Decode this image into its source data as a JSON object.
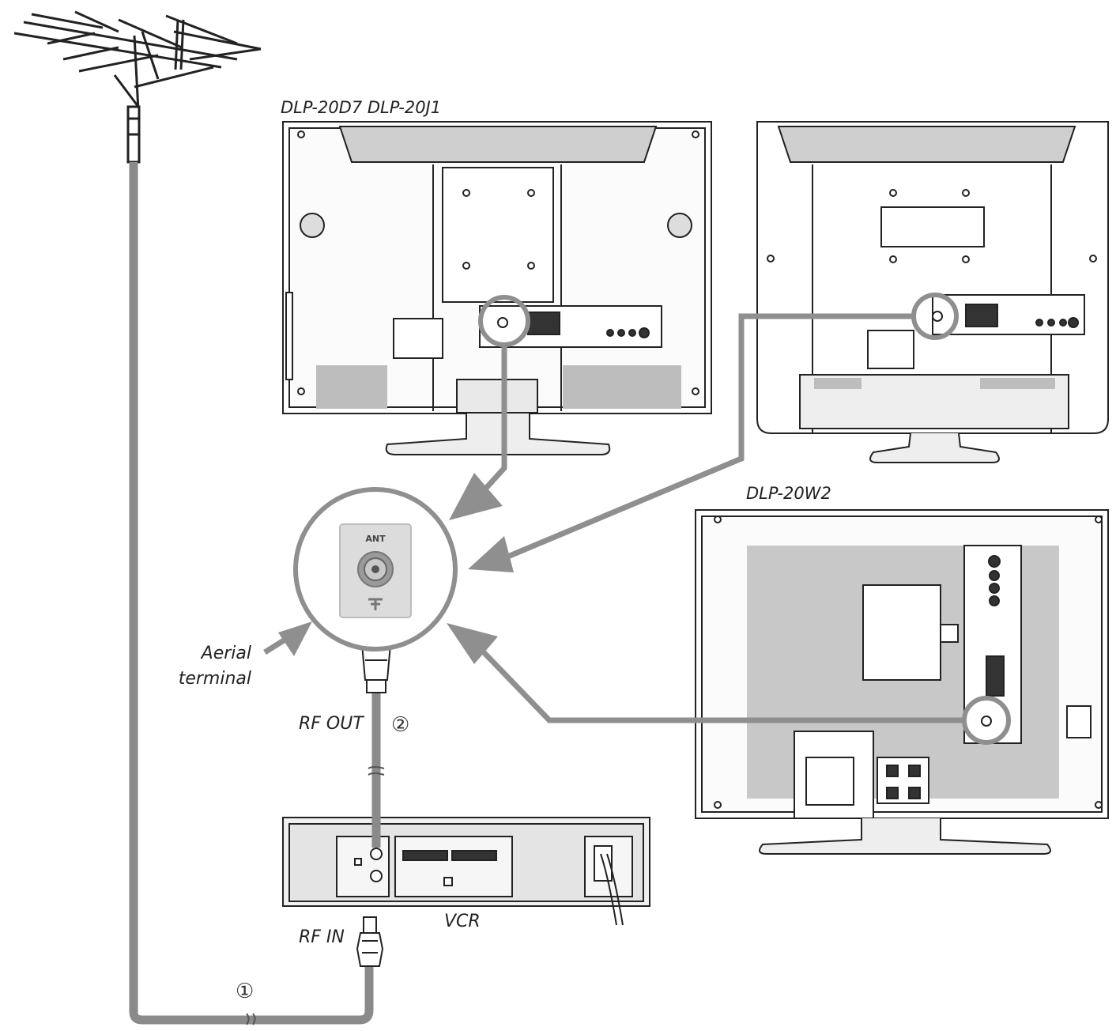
{
  "labels": {
    "model_top_left": "DLP-20D7 DLP-20J1",
    "model_bottom_right": "DLP-20W2",
    "aerial_line1": "Aerial",
    "aerial_line2": "terminal",
    "rf_out": "RF OUT",
    "rf_in": "RF IN",
    "vcr": "VCR",
    "step_1": "①",
    "step_2": "②",
    "terminal_mark": "ANT"
  },
  "colors": {
    "cable": "#8a8a8a",
    "arrow": "#8f8f8f",
    "outline": "#222222",
    "panel_fill": "#e6e6e6"
  },
  "icons": {
    "antenna": "tv-antenna-icon",
    "connector": "coaxial-connector-icon",
    "socket": "rf-socket-icon"
  }
}
